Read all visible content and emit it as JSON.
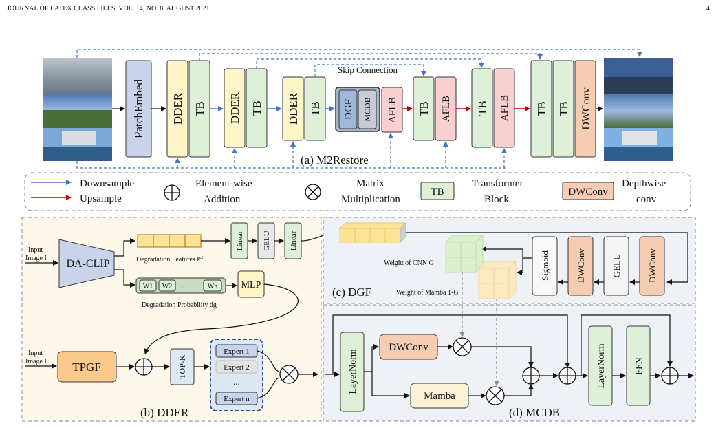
{
  "header": {
    "left": "JOURNAL OF LATEX CLASS FILES, VOL. 14, NO. 8, AUGUST 2021",
    "page_number": "4"
  },
  "top": {
    "patch_embed": "PatchEmbed",
    "dder": "DDER",
    "tb": "TB",
    "dgf": "DGF",
    "mcdb": "MCDB",
    "aflb": "AFLB",
    "dwconv": "DWConv",
    "skip_connection": "Skip Connection",
    "caption": "(a) M2Restore"
  },
  "legend": {
    "downsample": "Downsample",
    "upsample": "Upsample",
    "elementwise_line1": "Element-wise",
    "elementwise_line2": "Addition",
    "matrix_line1": "Matrix",
    "matrix_line2": "Multiplication",
    "tb_box": "TB",
    "transformer_line1": "Transformer",
    "transformer_line2": "Block",
    "dwconv_box": "DWConv",
    "depthwise_line1": "Depthwise",
    "depthwise_line2": "conv",
    "colors": {
      "downsample": "#4472c4",
      "upsample": "#c00000"
    }
  },
  "dder": {
    "input_line1": "Input",
    "input_line2": "Image I",
    "da_clip": "DA-CLIP",
    "degradation_features": "Degradation Features Pf",
    "linear": "Linear",
    "gelu": "GELU",
    "w1": "W1",
    "w2": "W2",
    "wn": "Wn",
    "mlp": "MLP",
    "degradation_probability": "Degradation Probability dg",
    "input2_line1": "Input",
    "input2_line2": "Image I",
    "tpgf": "TPGF",
    "topk": "TOP-K",
    "expert1": "Expert 1",
    "expert2": "Expert 2",
    "ellipsis": "...",
    "expertn": "Expert n",
    "caption": "(b) DDER"
  },
  "dgf": {
    "weight_cnn": "Weight of CNN G",
    "weight_mamba": "Weight of Mamba 1-G",
    "sigmoid": "Sigmoid",
    "dwconv": "DWConv",
    "gelu": "GELU",
    "caption": "(c) DGF"
  },
  "mcdb": {
    "layernorm": "LayerNorm",
    "dwconv": "DWConv",
    "mamba": "Mamba",
    "ffn": "FFN",
    "caption": "(d) MCDB"
  }
}
